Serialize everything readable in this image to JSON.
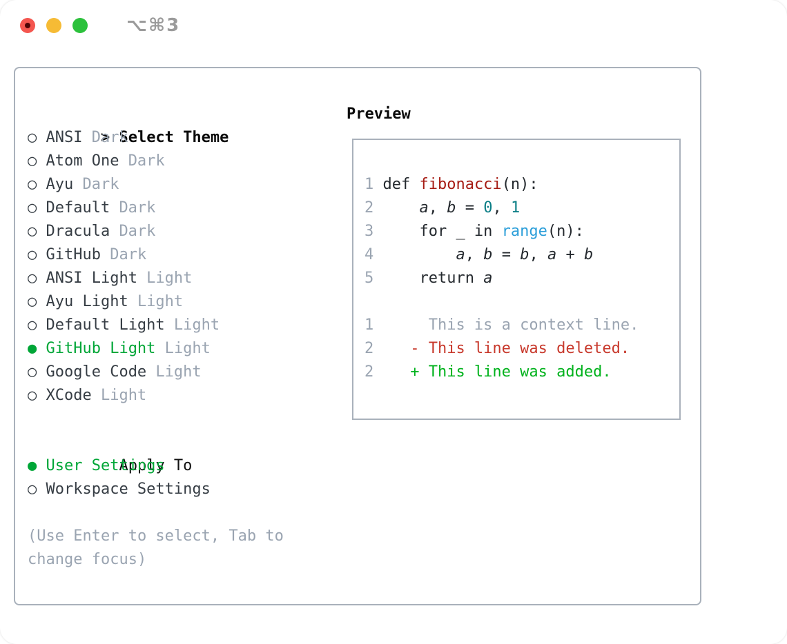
{
  "titlebar": {
    "shortcut": "⌥⌘3"
  },
  "colors": {
    "accent-green": "#00a637",
    "added-green": "#00b21c",
    "deleted-red": "#c8392c",
    "func-red": "#a61c14",
    "num-teal": "#0b7e86",
    "builtin-blue": "#2b9ed9",
    "dim": "#9aa4b1",
    "border": "#a9b1bb",
    "tl-red": "#f4564f",
    "tl-yellow": "#f6bb35",
    "tl-green": "#2cc13c"
  },
  "markers": {
    "selected": "●",
    "unselected": "○"
  },
  "theme_list": {
    "prompt": ">",
    "title": "Select Theme",
    "items": [
      {
        "name": "ANSI",
        "tag": "Dark",
        "selected": false
      },
      {
        "name": "Atom One",
        "tag": "Dark",
        "selected": false
      },
      {
        "name": "Ayu",
        "tag": "Dark",
        "selected": false
      },
      {
        "name": "Default",
        "tag": "Dark",
        "selected": false
      },
      {
        "name": "Dracula",
        "tag": "Dark",
        "selected": false
      },
      {
        "name": "GitHub",
        "tag": "Dark",
        "selected": false
      },
      {
        "name": "ANSI Light",
        "tag": "Light",
        "selected": false
      },
      {
        "name": "Ayu Light",
        "tag": "Light",
        "selected": false
      },
      {
        "name": "Default Light",
        "tag": "Light",
        "selected": false
      },
      {
        "name": "GitHub Light",
        "tag": "Light",
        "selected": true
      },
      {
        "name": "Google Code",
        "tag": "Light",
        "selected": false
      },
      {
        "name": "XCode",
        "tag": "Light",
        "selected": false
      }
    ]
  },
  "apply_to": {
    "title": "Apply To",
    "options": [
      {
        "name": "User Settings",
        "selected": true
      },
      {
        "name": "Workspace Settings",
        "selected": false
      }
    ]
  },
  "help_text": "(Use Enter to select, Tab to change focus)",
  "preview": {
    "title": "Preview",
    "lines": [
      {
        "num": "1",
        "segments": [
          {
            "text": "def ",
            "style": "code"
          },
          {
            "text": "fibonacci",
            "style": "func"
          },
          {
            "text": "(n):",
            "style": "code"
          }
        ]
      },
      {
        "num": "2",
        "segments": [
          {
            "text": "    ",
            "style": "code"
          },
          {
            "text": "a",
            "style": "var"
          },
          {
            "text": ", ",
            "style": "code"
          },
          {
            "text": "b",
            "style": "var"
          },
          {
            "text": " = ",
            "style": "code"
          },
          {
            "text": "0",
            "style": "num"
          },
          {
            "text": ", ",
            "style": "code"
          },
          {
            "text": "1",
            "style": "num"
          }
        ]
      },
      {
        "num": "3",
        "segments": [
          {
            "text": "    for _ in ",
            "style": "code"
          },
          {
            "text": "range",
            "style": "builtin"
          },
          {
            "text": "(n):",
            "style": "code"
          }
        ]
      },
      {
        "num": "4",
        "segments": [
          {
            "text": "        ",
            "style": "code"
          },
          {
            "text": "a",
            "style": "var"
          },
          {
            "text": ", ",
            "style": "code"
          },
          {
            "text": "b",
            "style": "var"
          },
          {
            "text": " = ",
            "style": "code"
          },
          {
            "text": "b",
            "style": "var"
          },
          {
            "text": ", ",
            "style": "code"
          },
          {
            "text": "a",
            "style": "var"
          },
          {
            "text": " + ",
            "style": "code"
          },
          {
            "text": "b",
            "style": "var"
          }
        ]
      },
      {
        "num": "5",
        "segments": [
          {
            "text": "    return ",
            "style": "code"
          },
          {
            "text": "a",
            "style": "var"
          }
        ]
      },
      {
        "blank": true
      },
      {
        "num": "1",
        "segments": [
          {
            "text": "     This is a context line.",
            "style": "context"
          }
        ]
      },
      {
        "num": "2",
        "segments": [
          {
            "text": "   - This line was deleted.",
            "style": "deleted"
          }
        ]
      },
      {
        "num": "2",
        "segments": [
          {
            "text": "   + This line was added.",
            "style": "added"
          }
        ]
      }
    ]
  }
}
